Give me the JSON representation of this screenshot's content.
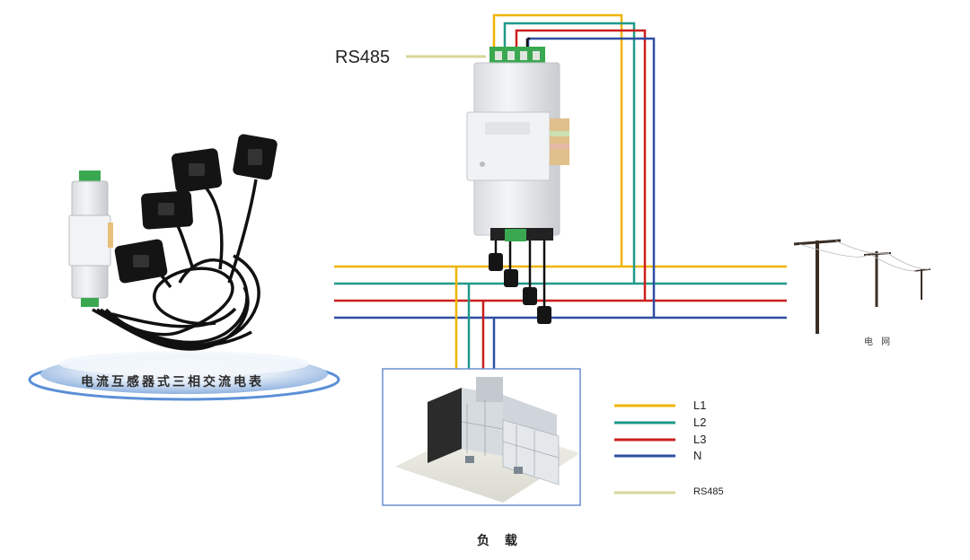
{
  "labels": {
    "rs485_top": "RS485",
    "product_caption": "电流互感器式三相交流电表",
    "grid": "电 网",
    "load": "负 载"
  },
  "legend": [
    {
      "label": "L1",
      "color": "#f0b400"
    },
    {
      "label": "L2",
      "color": "#1f9a8a"
    },
    {
      "label": "L3",
      "color": "#cc1f1f"
    },
    {
      "label": "N",
      "color": "#2e4fa3"
    },
    {
      "label": "RS485",
      "color": "#d8d59a"
    }
  ],
  "colors": {
    "L1": "#f0b400",
    "L2": "#1f9a8a",
    "L3": "#cc1f1f",
    "N": "#2e4fa3",
    "RS485": "#d8d59a",
    "terminal_green": "#3aa850",
    "meter_body": "#eef0f2"
  },
  "icons": {
    "meter": "energy-meter-icon",
    "ct_clamp": "current-transformer-icon",
    "utility_pole": "utility-pole-icon",
    "load_equipment": "industrial-machine-icon"
  }
}
